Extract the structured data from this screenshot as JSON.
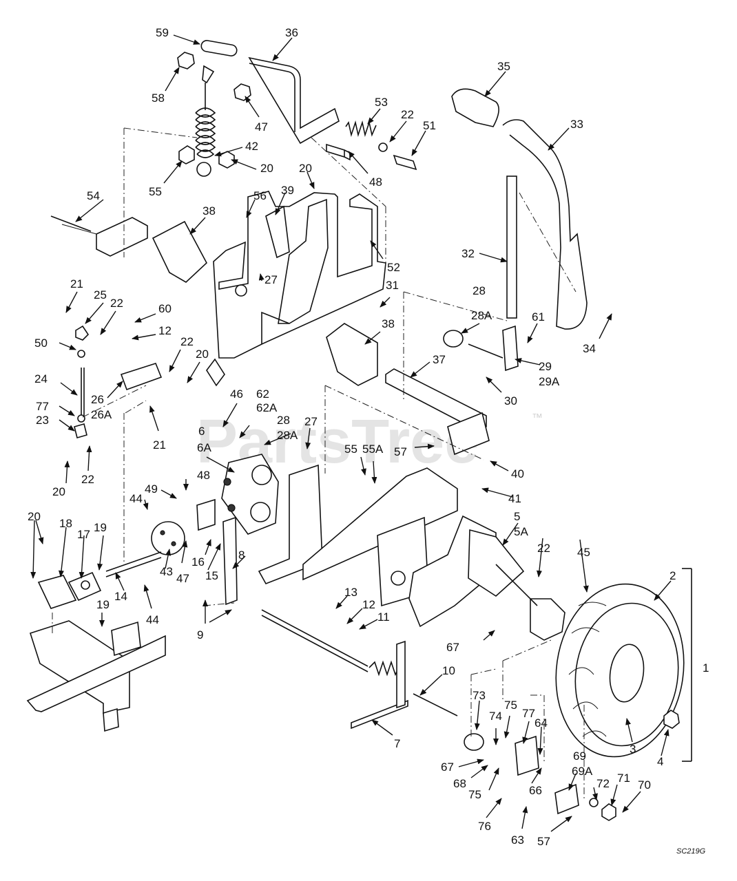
{
  "watermark": "PartsTree",
  "trademark": "™",
  "drawing_code": "SC219G",
  "labels": [
    "59",
    "36",
    "58",
    "47",
    "53",
    "22",
    "51",
    "42",
    "20",
    "55",
    "48",
    "35",
    "33",
    "54",
    "38",
    "56",
    "39",
    "20",
    "52",
    "27",
    "31",
    "32",
    "21",
    "25",
    "22",
    "60",
    "12",
    "28",
    "28A",
    "61",
    "50",
    "22",
    "20",
    "24",
    "26",
    "26A",
    "29",
    "29A",
    "30",
    "34",
    "38",
    "37",
    "77",
    "23",
    "21",
    "46",
    "62",
    "62A",
    "28",
    "28A",
    "27",
    "6",
    "6A",
    "55",
    "55A",
    "57",
    "40",
    "20",
    "22",
    "48",
    "41",
    "49",
    "44",
    "5",
    "5A",
    "22",
    "45",
    "20",
    "18",
    "17",
    "19",
    "43",
    "47",
    "16",
    "15",
    "8",
    "14",
    "44",
    "19",
    "9",
    "13",
    "12",
    "11",
    "67",
    "2",
    "1",
    "10",
    "73",
    "74",
    "75",
    "77",
    "64",
    "7",
    "67",
    "68",
    "75",
    "66",
    "69",
    "69A",
    "72",
    "71",
    "70",
    "3",
    "4",
    "76",
    "63",
    "57"
  ]
}
